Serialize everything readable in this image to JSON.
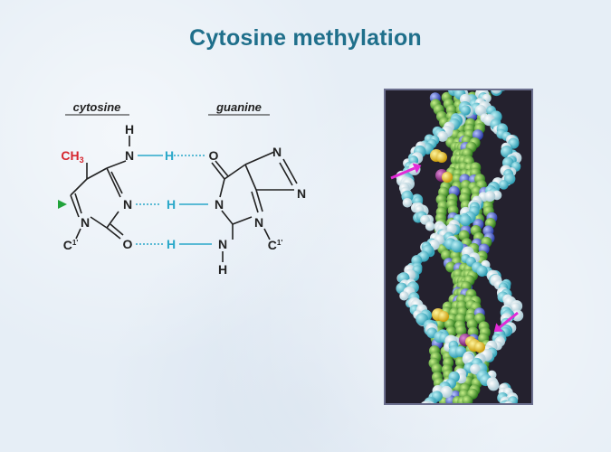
{
  "title": "Cytosine methylation",
  "labels": {
    "cytosine": "cytosine",
    "guanine": "guanine"
  },
  "atoms": {
    "methyl": "CH",
    "methyl_sub": "3",
    "h": "H",
    "n": "N",
    "o": "O",
    "c": "C",
    "c_prime": "1'"
  },
  "colors": {
    "title": "#1f6f8b",
    "methyl": "#d6262e",
    "hydrogen_bond": "#2aa8c9",
    "arrow_green": "#21a33b",
    "arrow_magenta": "#e22bd6"
  },
  "icons": {
    "methylation_site_marker": "green-arrow",
    "methyl_highlight_arrow": "magenta-arrow"
  }
}
